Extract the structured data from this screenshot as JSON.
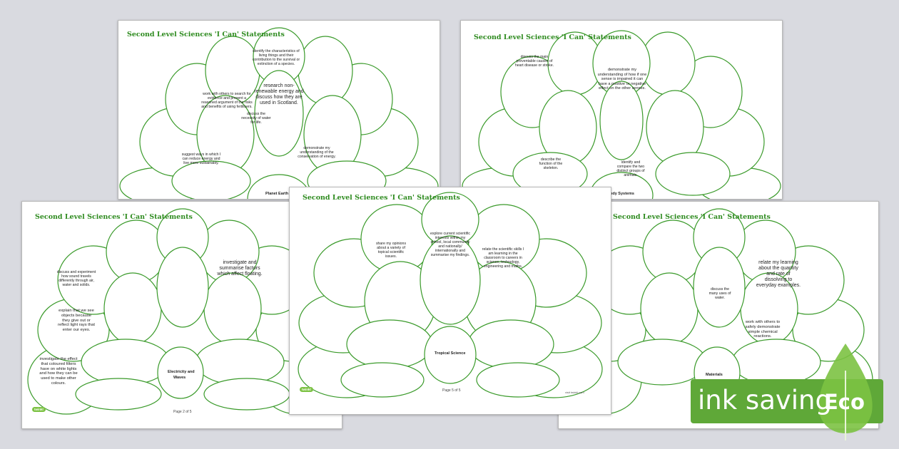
{
  "sheets": {
    "top_left": {
      "title": "Second Level Sciences 'I Can' Statements",
      "center": "Planet Earth",
      "statements": [
        "research non-renewable energy and discuss how they are used in Scotland.",
        "identify the characteristics of living things and their contribution to the survival or extinction of a species.",
        "work with others to search for evidence and present a reasoned argument of the risks and benefits of using fertilisers.",
        "discuss the necessity of water for life.",
        "suggest ways in which I can reduce energy and live more sustainably.",
        "demonstrate my understanding of the conservation of energy."
      ]
    },
    "top_right": {
      "title": "Second Level Sciences 'I Can' Statements",
      "center": "Body Systems",
      "statements": [
        "demonstrate my understanding of how if one sense is impaired it can have a positive or negative effect on the other senses.",
        "discuss the main preventable causes of heart disease or stroke.",
        "describe the function of the skeleton.",
        "identify and compare the two distinct groups of animals."
      ]
    },
    "mid_left": {
      "title": "Second Level Sciences 'I Can' Statements",
      "center_line1": "Electricity and",
      "center_line2": "Waves",
      "page": "Page 2 of 5",
      "logo": "twinkl",
      "statements": [
        "investigate and summarise factors which affect floating.",
        "explain that we see objects because they give out or reflect light rays that enter our eyes.",
        "investigate the effect that coloured filters have on white lights and how they can be used to make other colours.",
        "discuss and experiment how sound travels differently through air, water and solids."
      ]
    },
    "middle": {
      "title": "Second Level Sciences 'I Can' Statements",
      "center": "Tropical Science",
      "page": "Page 5 of 5",
      "logo": "twinkl",
      "url": "visit twinkl.com",
      "statements": [
        "explore current scientific interests within my school, local community and nationally/ internationally and summarise my findings.",
        "share my opinions about a variety of topical scientific issues.",
        "relate the scientific skills I am learning in the classroom to careers in science, technology, engineering and maths."
      ]
    },
    "mid_right": {
      "title": "Second Level Sciences 'I Can' Statements",
      "center": "Materials",
      "statements": [
        "relate my learning about the quantity and rate of dissolving to everyday examples.",
        "work with others to safely demonstrate simple chemical reactions.",
        "discuss the many uses of water."
      ]
    }
  },
  "badge": {
    "label": "ink saving",
    "eco": "Eco"
  },
  "colors": {
    "green": "#2e8b1f",
    "badge": "#5fa838",
    "background": "#d9dae0"
  }
}
